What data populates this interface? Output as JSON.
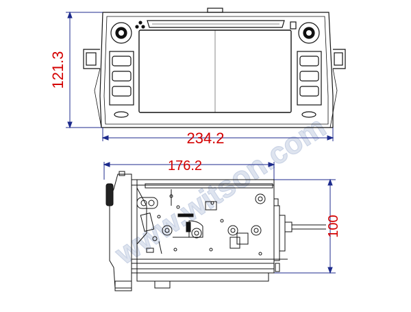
{
  "dimensions": {
    "front_height": "121.3",
    "front_width": "234.2",
    "side_depth": "176.2",
    "side_height": "100"
  },
  "watermark": "www.witson.com",
  "colors": {
    "dimension_line": "#1c2a8c",
    "dimension_text": "#d40000",
    "drawing_line": "#111111",
    "watermark_fill": "#b9c6dd"
  }
}
